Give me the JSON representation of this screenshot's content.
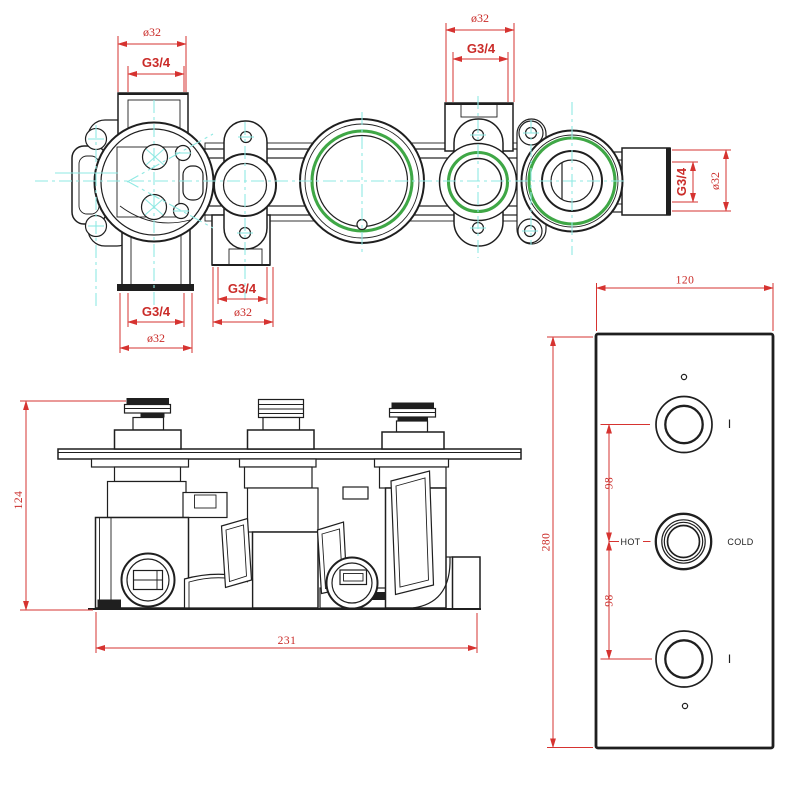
{
  "colors": {
    "background": "#ffffff",
    "line": "#1f1f1f",
    "dimension_red": "#d63330",
    "seal_green": "#3fa746",
    "centerline_cyan": "#8fe9e3"
  },
  "top_view": {
    "ports": {
      "top_left": {
        "diameter": "ø32",
        "thread": "G3/4"
      },
      "top_right": {
        "diameter": "ø32",
        "thread": "G3/4"
      },
      "right": {
        "diameter": "ø32",
        "thread": "G3/4"
      },
      "bottom_left": {
        "diameter": "ø32",
        "thread": "G3/4"
      },
      "bottom_middle": {
        "diameter": "ø32",
        "thread": "G3/4"
      }
    }
  },
  "front_view": {
    "overall_height": "124",
    "overall_width": "231"
  },
  "face_view": {
    "plate_width": "120",
    "plate_height": "280",
    "knob_pitch_upper": "98",
    "knob_pitch_lower": "98",
    "hot_label": "HOT",
    "cold_label": "COLD"
  }
}
